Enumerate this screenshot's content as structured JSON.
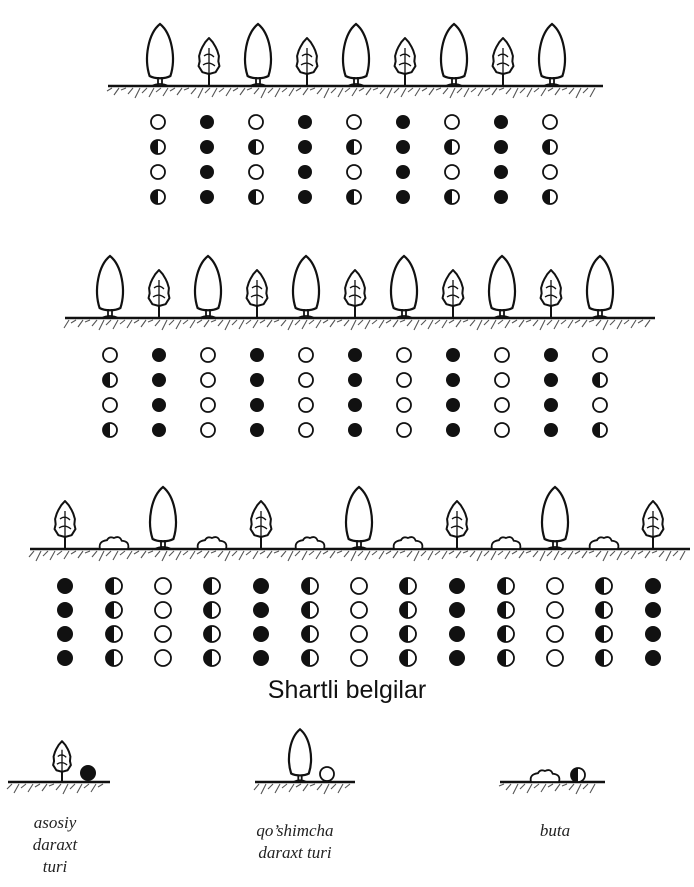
{
  "legend": {
    "title": "Shartli belgilar",
    "items": [
      {
        "key": "main",
        "symbol": "filled",
        "label": "asosiy\ndaraxt\nturi"
      },
      {
        "key": "secondary",
        "symbol": "empty",
        "label": "qo’shimcha\ndaraxt turi"
      },
      {
        "key": "shrub",
        "symbol": "half",
        "label": "buta"
      }
    ]
  },
  "schemes": [
    {
      "plants": [
        "tall",
        "small",
        "tall",
        "small",
        "tall",
        "small",
        "tall",
        "small",
        "tall"
      ],
      "columns": [
        "empty|half|empty|half",
        "filled|filled|filled|filled",
        "empty|half|empty|half",
        "filled|filled|filled|filled",
        "empty|half|empty|half",
        "filled|filled|filled|filled",
        "empty|half|empty|half",
        "filled|filled|filled|filled",
        "empty|half|empty|half"
      ]
    },
    {
      "plants": [
        "tall",
        "small",
        "tall",
        "small",
        "tall",
        "small",
        "tall",
        "small",
        "tall",
        "small",
        "tall"
      ],
      "columns": [
        "empty|half|empty|half",
        "filled|filled|filled|filled",
        "empty|empty|empty|empty",
        "filled|filled|filled|filled",
        "empty|empty|empty|empty",
        "filled|filled|filled|filled",
        "empty|empty|empty|empty",
        "filled|filled|filled|filled",
        "empty|empty|empty|empty",
        "filled|filled|filled|filled",
        "empty|half|empty|half"
      ]
    },
    {
      "plants": [
        "small",
        "shrub",
        "tall",
        "shrub",
        "small",
        "shrub",
        "tall",
        "shrub",
        "small",
        "shrub",
        "tall",
        "shrub",
        "small"
      ],
      "columns": [
        "filled|filled|filled|filled",
        "half|half|half|half",
        "empty|empty|empty|empty",
        "half|half|half|half",
        "filled|filled|filled|filled",
        "half|half|half|half",
        "empty|empty|empty|empty",
        "half|half|half|half",
        "filled|filled|filled|filled",
        "half|half|half|half",
        "empty|empty|empty|empty",
        "half|half|half|half",
        "filled|filled|filled|filled"
      ]
    }
  ]
}
